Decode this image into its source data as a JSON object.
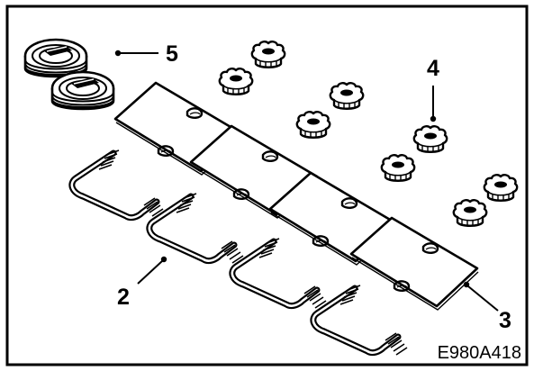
{
  "figure": {
    "code": "E980A418",
    "background": "#ffffff",
    "ink": "#000000"
  },
  "callouts": {
    "strap": "5",
    "knob": "4",
    "u_bolt": "2",
    "plate": "3"
  },
  "icons": [
    "strap-roll-icon",
    "knob-nut-icon",
    "mounting-plate-icon",
    "u-bolt-icon"
  ]
}
